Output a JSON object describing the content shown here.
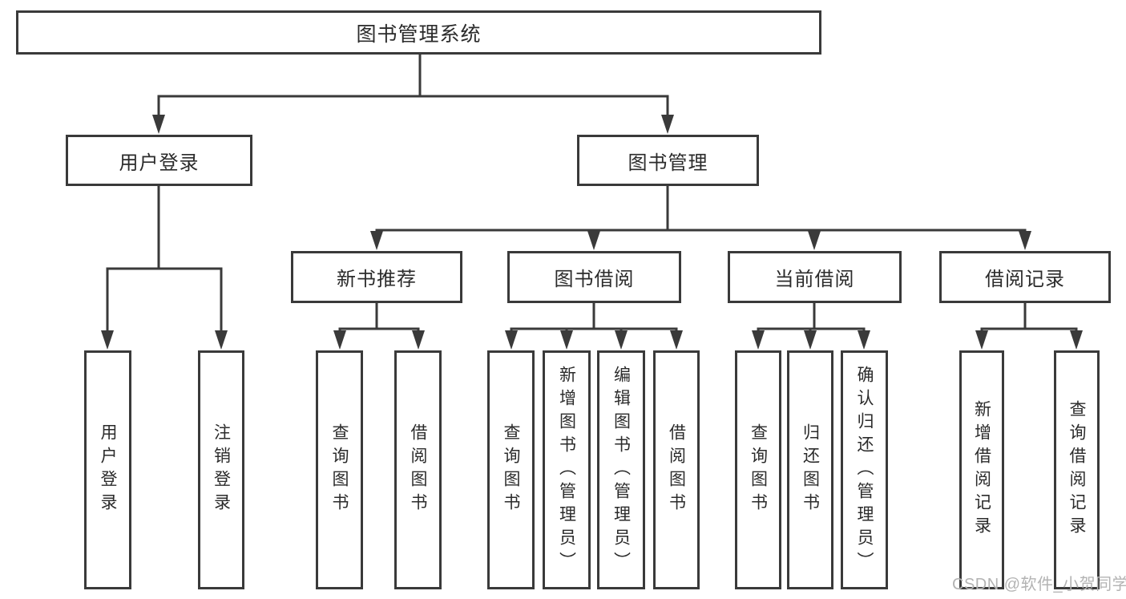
{
  "diagram": {
    "title": "图书管理系统",
    "nodes": {
      "root": "图书管理系统",
      "user_login": "用户登录",
      "book_mgmt": "图书管理",
      "new_book_rec": "新书推荐",
      "book_borrow": "图书借阅",
      "current_borrow": "当前借阅",
      "borrow_records": "借阅记录",
      "leaf_user_login": "用户登录",
      "leaf_logout": "注销登录",
      "leaf_query_book_1": "查询图书",
      "leaf_borrow_book_1": "借阅图书",
      "leaf_query_book_2": "查询图书",
      "leaf_add_book_admin": "新增图书（管理员）",
      "leaf_edit_book_admin": "编辑图书（管理员）",
      "leaf_borrow_book_2": "借阅图书",
      "leaf_query_book_3": "查询图书",
      "leaf_return_book": "归还图书",
      "leaf_confirm_return_admin": "确认归还（管理员）",
      "leaf_add_borrow_record": "新增借阅记录",
      "leaf_query_borrow_record": "查询借阅记录"
    },
    "hierarchy": {
      "图书管理系统": {
        "用户登录": [
          "用户登录",
          "注销登录"
        ],
        "图书管理": {
          "新书推荐": [
            "查询图书",
            "借阅图书"
          ],
          "图书借阅": [
            "查询图书",
            "新增图书（管理员）",
            "编辑图书（管理员）",
            "借阅图书"
          ],
          "当前借阅": [
            "查询图书",
            "归还图书",
            "确认归还（管理员）"
          ],
          "借阅记录": [
            "新增借阅记录",
            "查询借阅记录"
          ]
        }
      }
    },
    "colors": {
      "line": "#3a3a3a",
      "text": "#2b2b2b",
      "background": "#ffffff",
      "watermark": "#b3b3b3"
    }
  },
  "watermark": {
    "text": "CSDN @软件_小贺同学"
  }
}
